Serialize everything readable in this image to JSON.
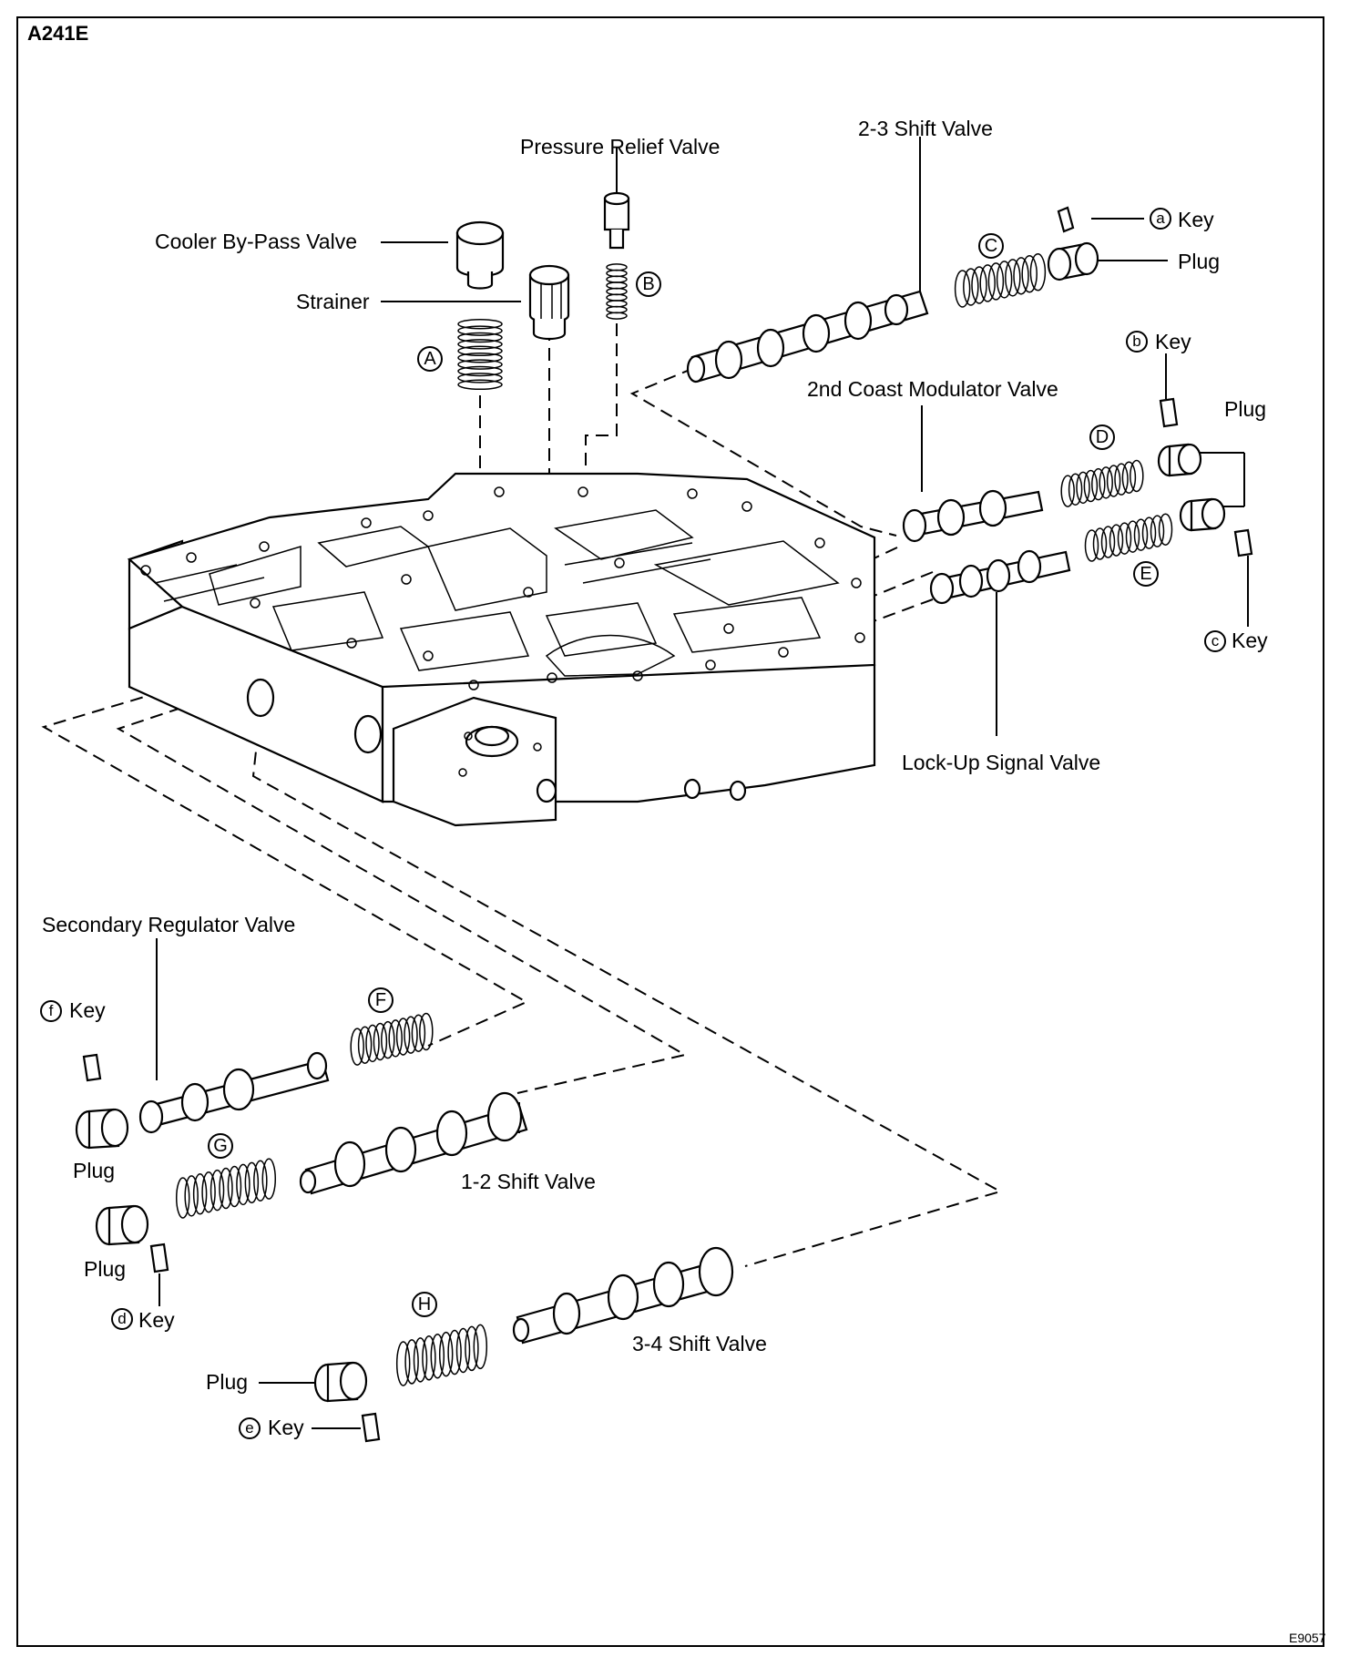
{
  "header": {
    "model": "A241E",
    "figure_number": "E9057"
  },
  "labels": {
    "pressure_relief_valve": "Pressure Relief Valve",
    "shift_valve_2_3": "2-3 Shift Valve",
    "cooler_bypass_valve": "Cooler By-Pass Valve",
    "strainer": "Strainer",
    "key": "Key",
    "plug": "Plug",
    "second_coast_modulator_valve": "2nd Coast Modulator Valve",
    "lock_up_signal_valve": "Lock-Up Signal Valve",
    "secondary_regulator_valve": "Secondary Regulator Valve",
    "shift_valve_1_2": "1-2 Shift Valve",
    "shift_valve_3_4": "3-4 Shift Valve"
  },
  "spring_markers": [
    "A",
    "B",
    "C",
    "D",
    "E",
    "F",
    "G",
    "H"
  ],
  "key_markers": [
    "a",
    "b",
    "c",
    "d",
    "e",
    "f"
  ]
}
